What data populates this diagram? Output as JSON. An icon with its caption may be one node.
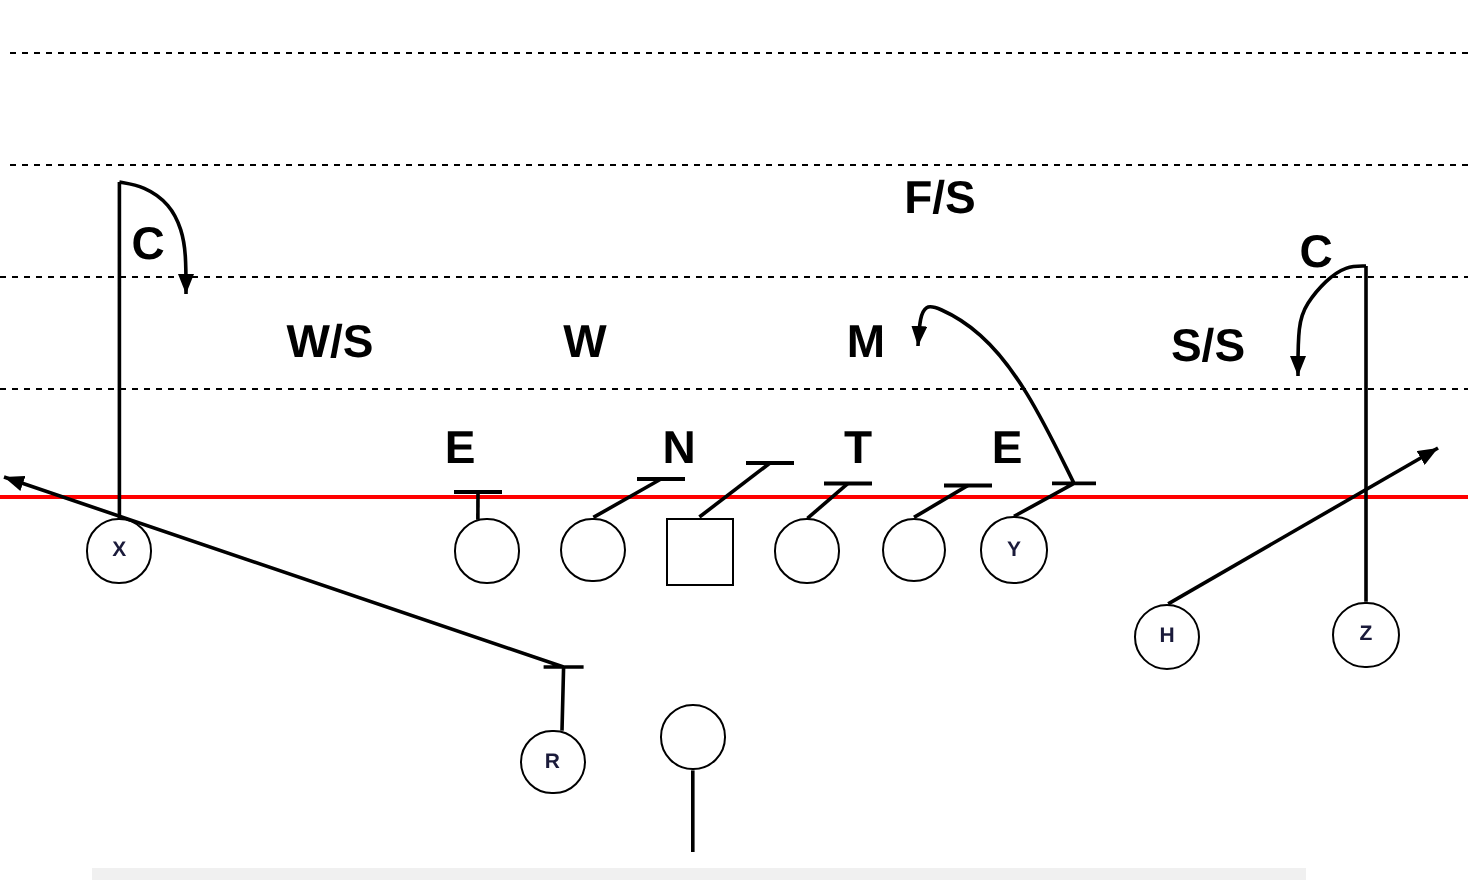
{
  "diagram": {
    "nodes": [
      {
        "text": [
          "M"
        ]
      },
      {
        "text": [
          "E"
        ]
      },
      {
        "text": [
          "N"
        ]
      },
      {
        "text": [
          "T"
        ]
      },
      {
        "text": [
          "E"
        ]
      },
      {
        "text": [
          "X"
        ]
      },
      {
        "text": [],
        "shape": "circle"
      },
      {
        "text": [],
        "shape": "circle"
      },
      {
        "text": [],
        "shape": "box"
      },
      {
        "text": [],
        "shape": "circle"
      },
      {
        "text": [],
        "shape": "circle"
      },
      {
        "text": [
          "Y"
        ]
      },
      {
        "text": [
          "H"
        ]
      },
      {
        "text": [
          "Z"
        ]
      },
      {
        "text": [],
        "shape": "circle"
      },
      {
        "text": [
          "R"
        ]
      }
    ],
    "edges": [
      {
        "from": 5,
        "to": null,
        "arrow": "to"
      },
      {
        "from": 6,
        "to": 1,
        "arrow": "other"
      },
      {
        "from": 7,
        "to": 2,
        "arrow": "other"
      },
      {
        "from": 8,
        "to": 3,
        "arrow": "other"
      },
      {
        "from": 9,
        "to": 3,
        "arrow": "other"
      },
      {
        "from": 10,
        "to": 4,
        "arrow": "other"
      },
      {
        "from": 11,
        "to": 0,
        "arrow": "to"
      },
      {
        "from": 12,
        "to": null,
        "arrow": "to"
      },
      {
        "from": 13,
        "to": null,
        "arrow": "to"
      },
      {
        "from": 14,
        "to": null,
        "arrow": "none"
      },
      {
        "from": 15,
        "to": null,
        "arrow": "to"
      }
    ],
    "labels": [
      "C",
      "F/S",
      "C",
      "W/S",
      "W",
      "S/S"
    ]
  }
}
